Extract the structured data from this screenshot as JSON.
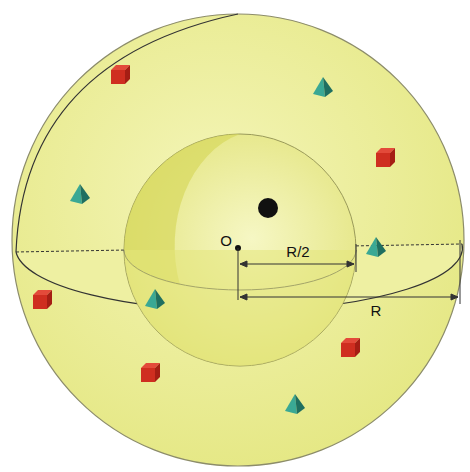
{
  "diagram": {
    "labels": [
      "O",
      "R/2",
      "R"
    ]
  }
}
